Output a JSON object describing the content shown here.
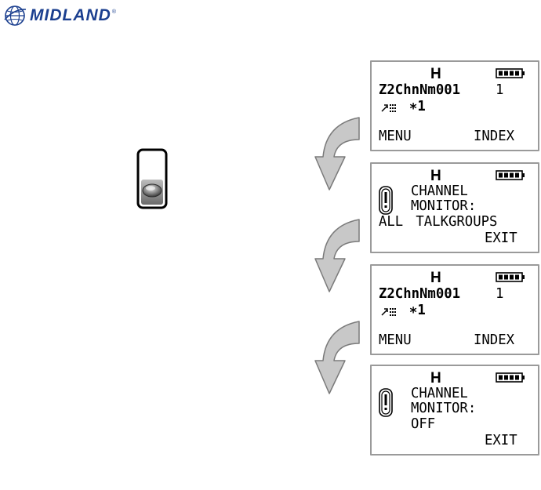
{
  "logo": {
    "text": "MIDLAND",
    "registered": "®",
    "icon": "globe-icon"
  },
  "key": {
    "icon": "push-button-icon"
  },
  "screens": [
    {
      "mode": "H",
      "line1": "Z2ChnNm001",
      "line1_right": "1",
      "line2": "∗1",
      "softkey_left": "MENU",
      "softkey_right": "INDEX"
    },
    {
      "mode": "H",
      "line1": "CHANNEL",
      "line2": "MONITOR:",
      "line3": "ALL TALKGROUPS",
      "softkey_right": "EXIT"
    },
    {
      "mode": "H",
      "line1": "Z2ChnNm001",
      "line1_right": "1",
      "line2": "∗1",
      "softkey_left": "MENU",
      "softkey_right": "INDEX"
    },
    {
      "mode": "H",
      "line1": "CHANNEL",
      "line2": "MONITOR:",
      "line3": "OFF",
      "softkey_right": "EXIT"
    }
  ],
  "colors": {
    "brand": "#1b3f8f",
    "arrow_fill": "#c8c8c8",
    "arrow_stroke": "#7a7a7a",
    "screen_border": "#9a9a9a"
  }
}
